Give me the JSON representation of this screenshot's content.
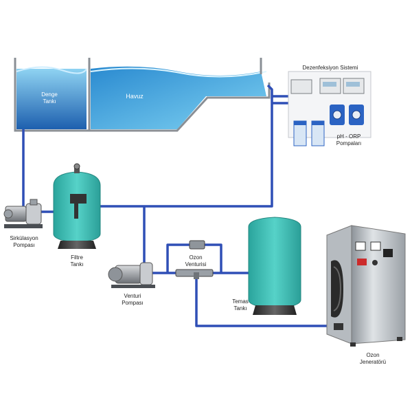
{
  "labels": {
    "balance_tank": "Denge\nTankı",
    "pool": "Havuz",
    "disinfection_system": "Dezenfeksiyon Sistemi",
    "ph_orp_pumps": "pH - ORP\nPompaları",
    "circulation_pump": "Sirkülasyon\nPompası",
    "filter_tank": "Filtre\nTankı",
    "ozone_venturi": "Ozon\nVenturisi",
    "venturi_pump": "Venturi\nPompası",
    "contact_tank": "Temas\nTankı",
    "ozone_generator": "Ozon\nJeneratörü"
  },
  "colors": {
    "pipe": "#2f4fb6",
    "water_dark": "#1f7cc4",
    "water_light": "#5cc3ee",
    "tank_teal": "#3fc2b9",
    "steel": "#b9bec4"
  }
}
